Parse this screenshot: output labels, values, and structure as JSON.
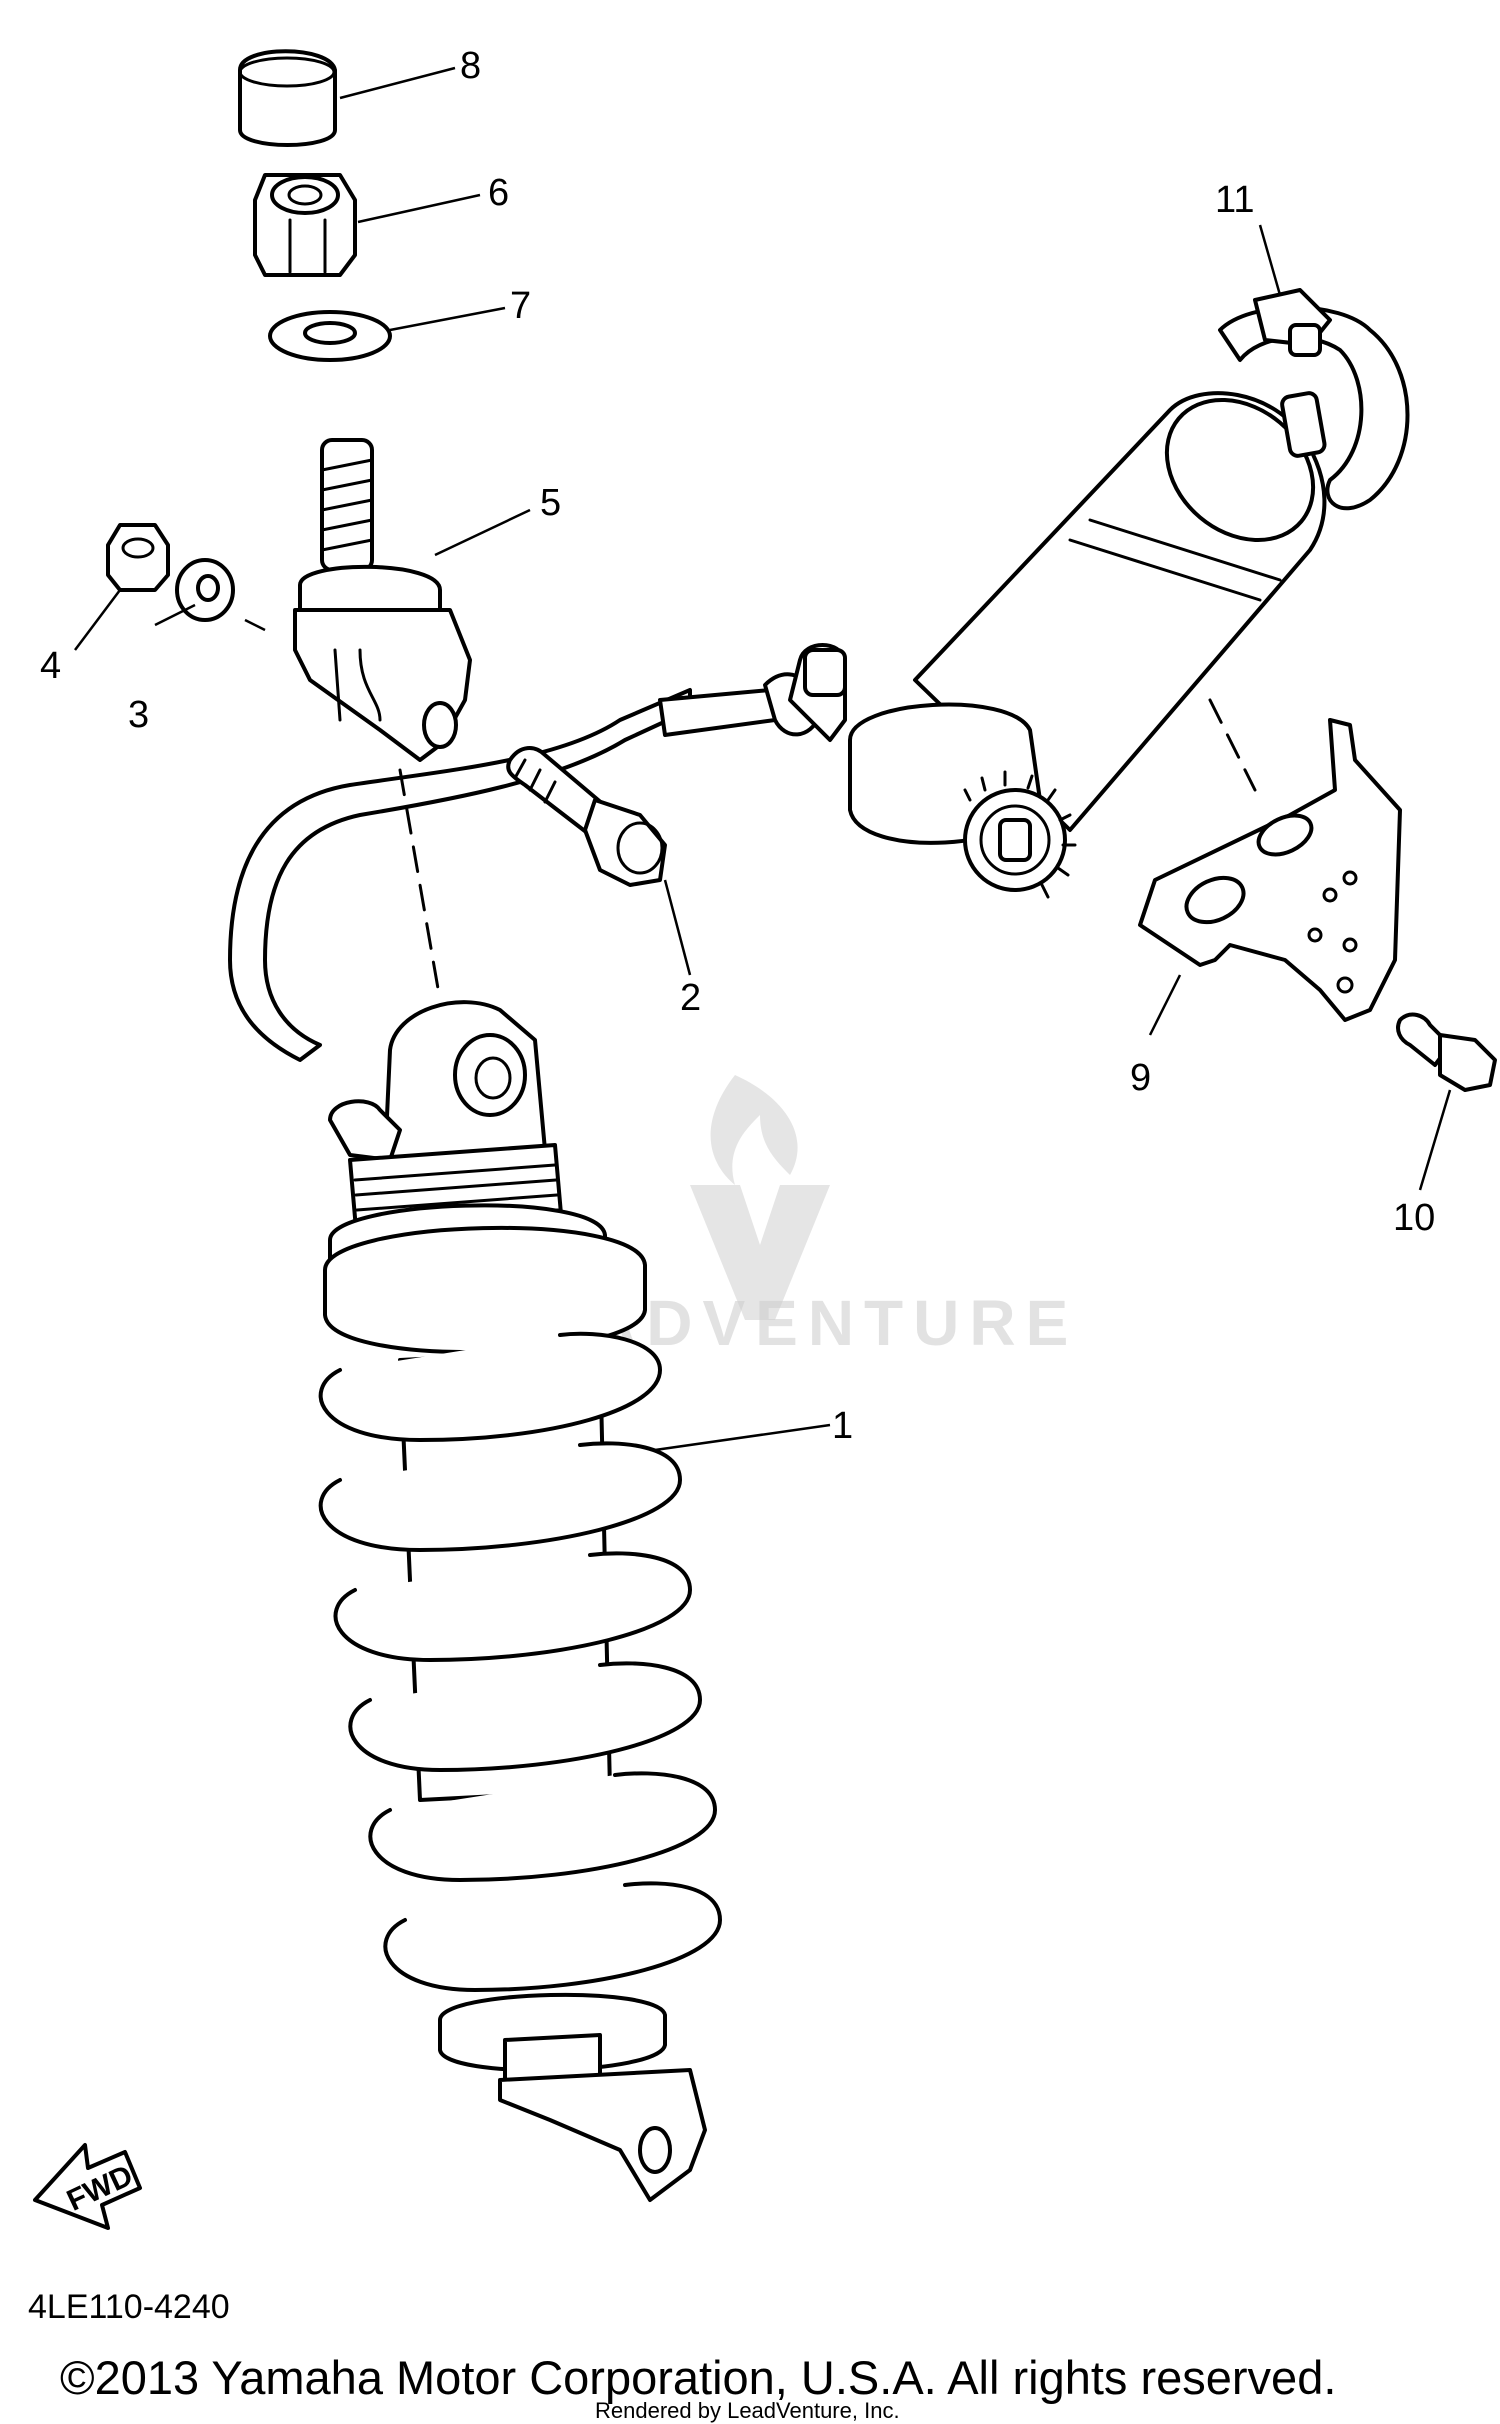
{
  "diagram": {
    "callouts": [
      "1",
      "2",
      "3",
      "4",
      "5",
      "6",
      "7",
      "8",
      "9",
      "10",
      "11"
    ],
    "fwd_label": "FWD",
    "watermark_text": "ADVENTURE"
  },
  "footer": {
    "diagram_code": "4LE110-4240",
    "copyright": "©2013 Yamaha Motor Corporation, U.S.A. All rights reserved.",
    "rendered_by": "Rendered by LeadVenture, Inc."
  }
}
